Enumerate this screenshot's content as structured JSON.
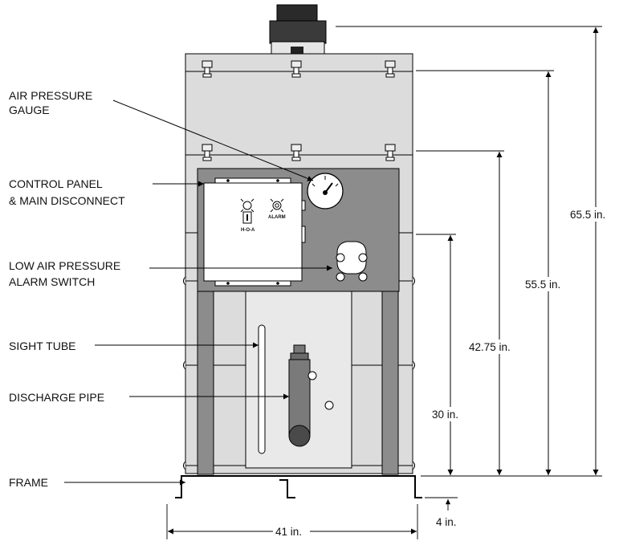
{
  "callouts": {
    "air_pressure_gauge": [
      "AIR PRESSURE",
      "GAUGE"
    ],
    "control_panel": [
      "CONTROL PANEL",
      "& MAIN DISCONNECT"
    ],
    "low_air_pressure": [
      "LOW AIR PRESSURE",
      "ALARM SWITCH"
    ],
    "sight_tube": "SIGHT TUBE",
    "discharge_pipe": "DISCHARGE PIPE",
    "frame": "FRAME"
  },
  "panel": {
    "hoa_label": "H-O-A",
    "alarm_label": "ALARM"
  },
  "dimensions": {
    "total_height": "65.5 in.",
    "upper_height": "55.5 in.",
    "panel_height": "42.75 in.",
    "lower_height": "30 in.",
    "width": "41 in.",
    "foot_height": "4 in."
  }
}
